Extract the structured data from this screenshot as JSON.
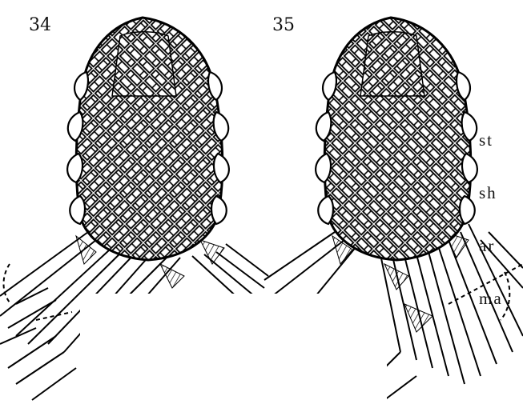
{
  "figures": [
    {
      "number": "34"
    },
    {
      "number": "35"
    }
  ],
  "side_text": [
    "st",
    "sh",
    "ar",
    "ma"
  ]
}
